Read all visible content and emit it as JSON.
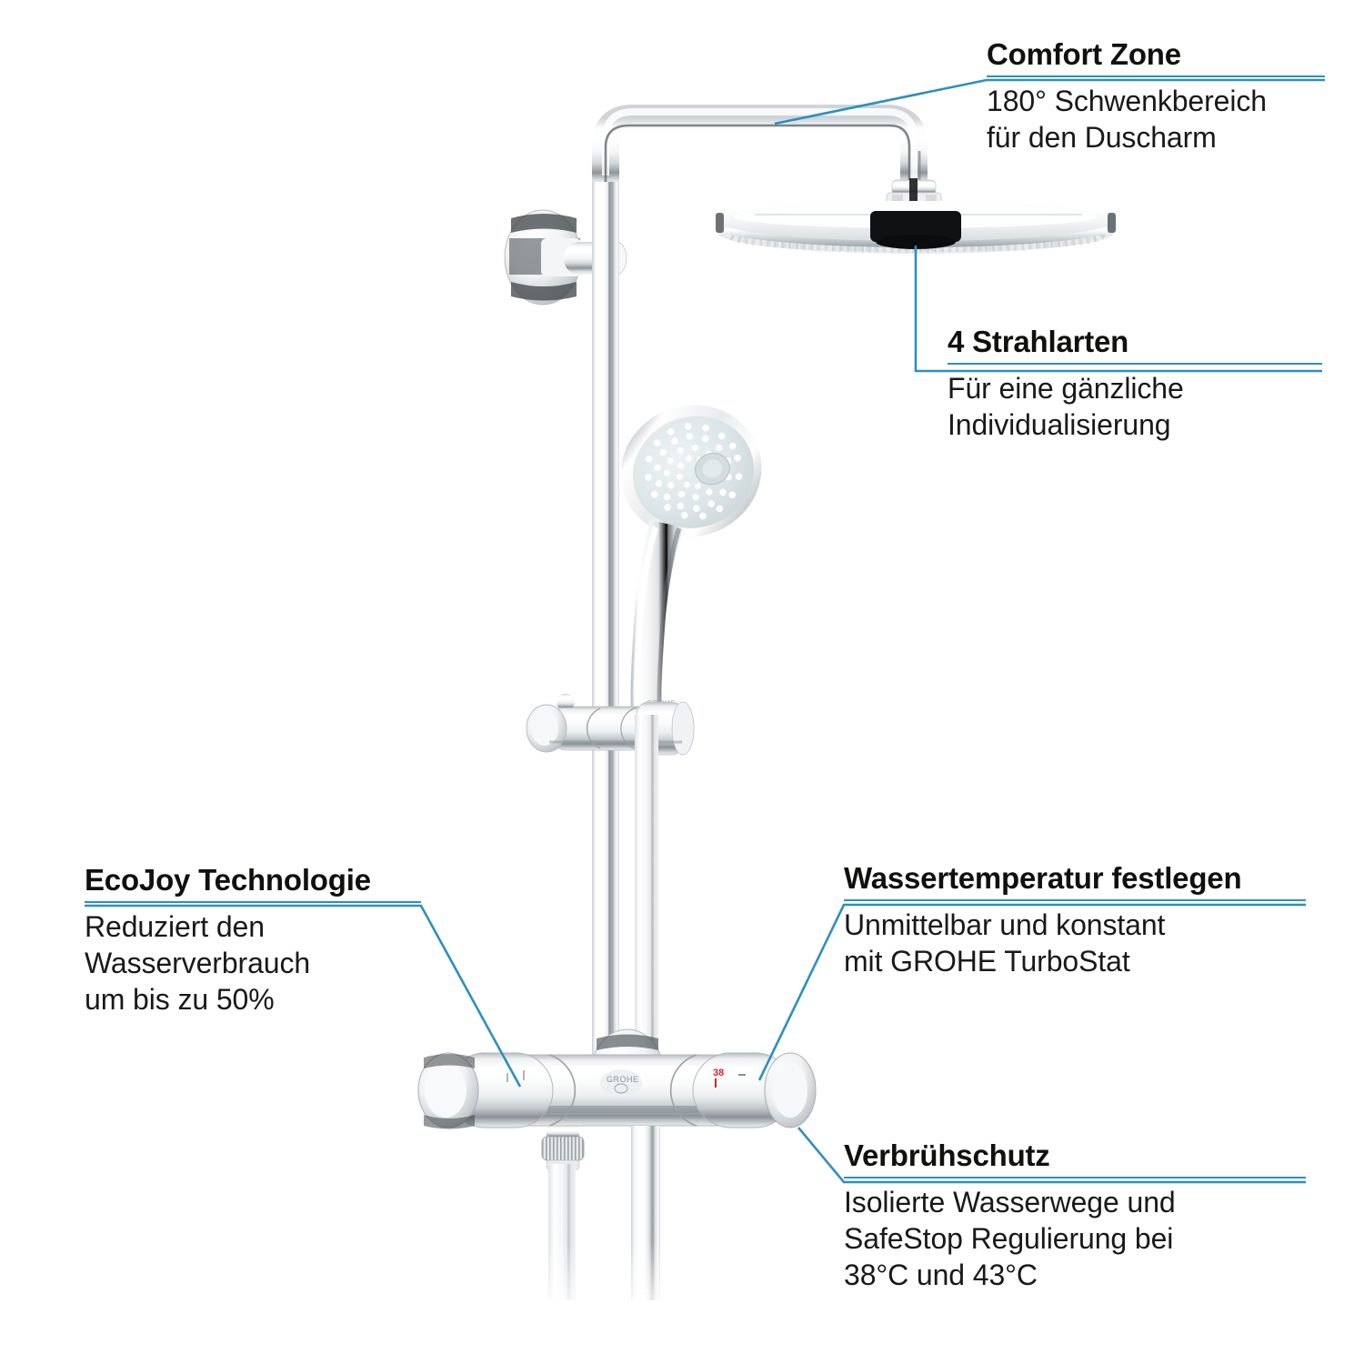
{
  "theme": {
    "accent_color": "#2d8fc0",
    "text_color": "#10100f",
    "background_color": "#ffffff",
    "chrome_light": "#ffffff",
    "chrome_mid": "#d8dadc",
    "chrome_dark": "#5d6266",
    "spray_face_color": "#dfe7e8",
    "nozzle_color": "#ffffff",
    "hub_color": "#151515",
    "marker_red": "#d8232a"
  },
  "product": {
    "brand_logo": "GROHE",
    "temperature_marker": "38",
    "parts": {
      "head_shower": "head-shower-disc",
      "shower_arm": "swivel-shower-arm",
      "riser_pipe": "riser-pipe",
      "wall_bracket": "wall-mount-bracket",
      "hand_shower": "hand-shower",
      "hand_shower_holder": "hand-shower-holder",
      "thermostat": "thermostatic-mixer-bar",
      "volume_handle": "volume-control-handle",
      "temperature_handle": "temperature-control-handle",
      "shower_hose": "shower-hose",
      "hose_connector": "hose-connector-nut"
    }
  },
  "callouts": [
    {
      "id": "comfort-zone",
      "title": "Comfort Zone",
      "body": [
        "180° Schwenkbereich",
        "für den Duscharm"
      ]
    },
    {
      "id": "strahlarten",
      "title": "4 Strahlarten",
      "body": [
        "Für eine gänzliche",
        "Individualisierung"
      ]
    },
    {
      "id": "ecojoy",
      "title": "EcoJoy Technologie",
      "body": [
        "Reduziert den",
        "Wasserverbrauch",
        "um bis zu 50%"
      ]
    },
    {
      "id": "wassertemperatur",
      "title": "Wassertemperatur festlegen",
      "body": [
        "Unmittelbar und konstant",
        "mit GROHE TurboStat"
      ]
    },
    {
      "id": "verbruehschutz",
      "title": "Verbrühschutz",
      "body": [
        "Isolierte Wasserwege und",
        "SafeStop Regulierung bei",
        "38°C und 43°C"
      ]
    }
  ]
}
